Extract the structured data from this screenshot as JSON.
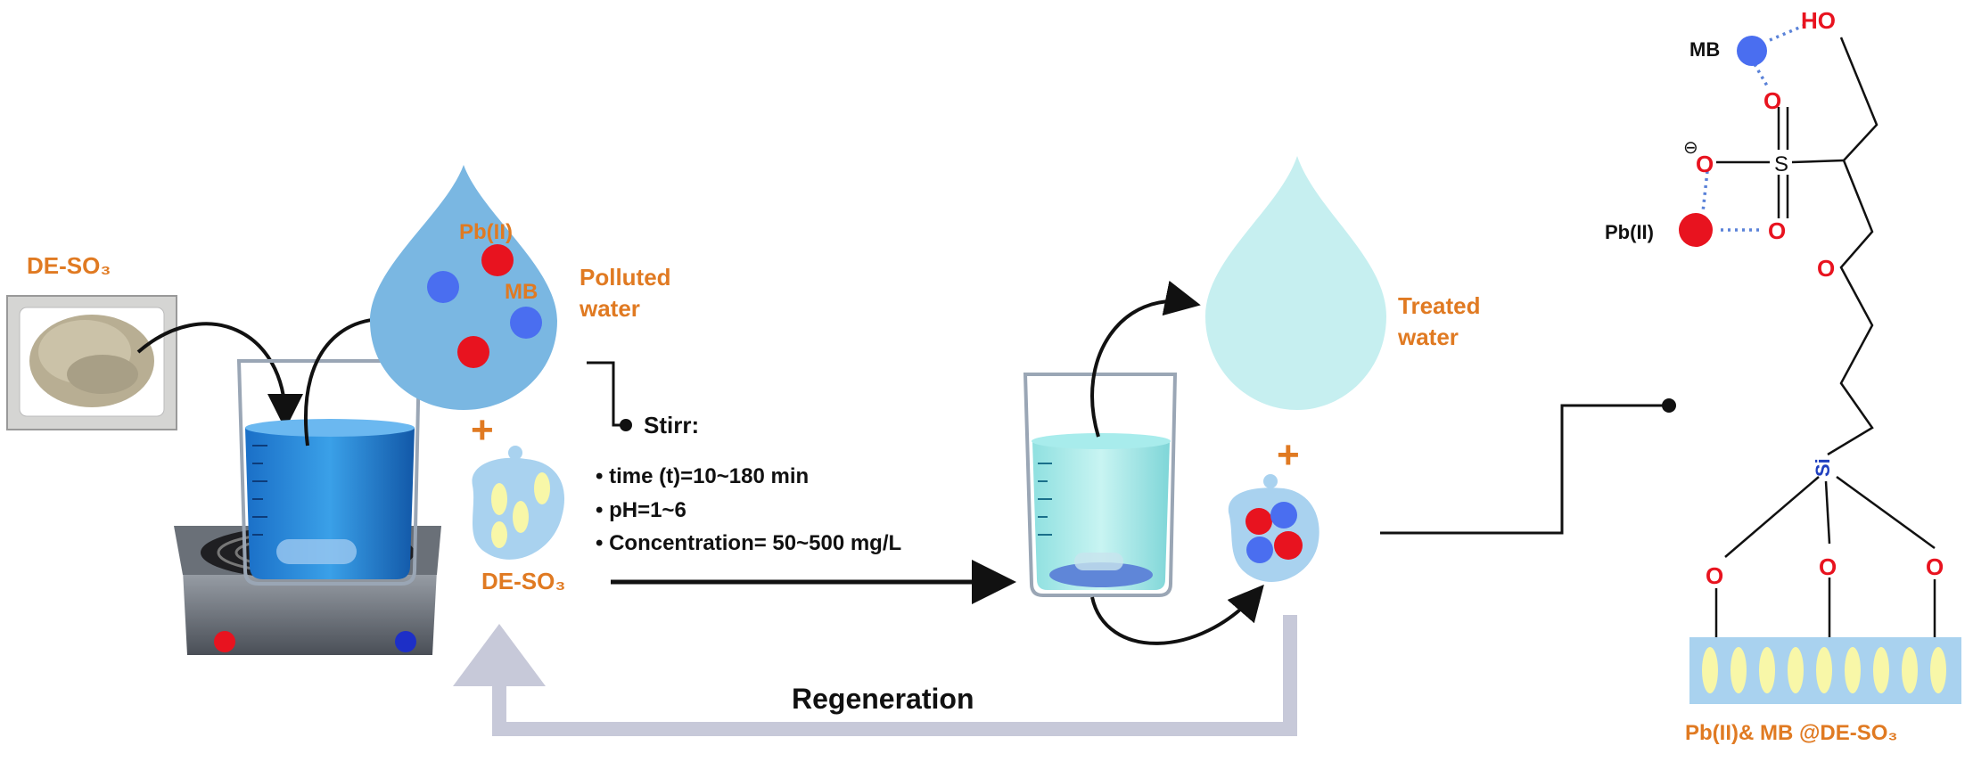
{
  "labels": {
    "powder": "DE-SO₃",
    "pb_in_drop": "Pb(II)",
    "mb_in_drop": "MB",
    "polluted_line1": "Polluted",
    "polluted_line2": "water",
    "plus_left": "+",
    "adsorbent": "DE-SO₃",
    "stirr": "Stirr:",
    "cond_time": "• time (t)=10~180 min",
    "cond_ph": "• pH=1~6",
    "cond_conc": "• Concentration= 50~500 mg/L",
    "treated_line1": "Treated",
    "treated_line2": "water",
    "plus_right": "+",
    "regeneration": "Regeneration"
  },
  "structure": {
    "mb": "MB",
    "ho": "HO",
    "o_top": "O",
    "minus": "⊖",
    "o_minus": "O",
    "s": "S",
    "o_s_top": "O",
    "o_s_bottom": "O",
    "pb": "Pb(II)",
    "o_ether": "O",
    "si": "Si",
    "o_left": "O",
    "o_mid": "O",
    "o_right": "O",
    "bottom_label": "Pb(II)& MB @DE-SO₃"
  },
  "colors": {
    "orange_text": "#e07a22",
    "lead_red": "#e8131f",
    "mb_blue": "#4a6ef0",
    "water_blue": "#2f86d6",
    "treated_cyan": "#bfeef0",
    "regeneration_arrow": "#c7c9d9"
  }
}
